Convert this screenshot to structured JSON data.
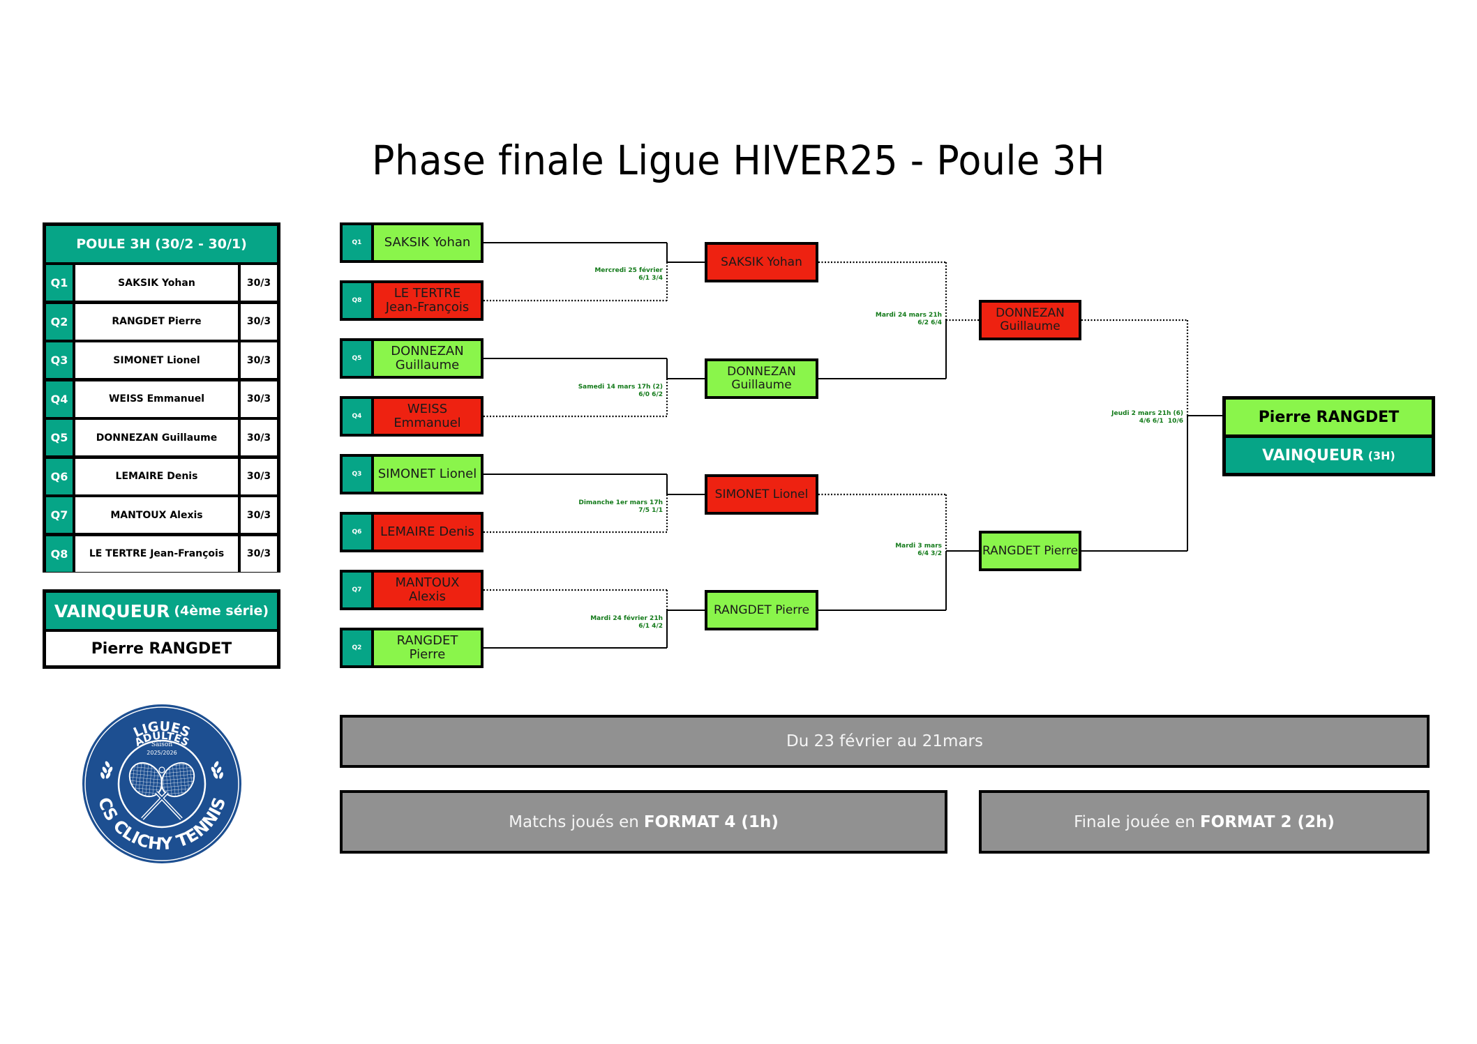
{
  "title": "Phase finale Ligue HIVER25 - Poule 3H",
  "pool": {
    "header": "POULE 3H (30/2 - 30/1)",
    "rows": [
      {
        "seed": "Q1",
        "name": "SAKSIK Yohan",
        "rank": "30/3"
      },
      {
        "seed": "Q2",
        "name": "RANGDET Pierre",
        "rank": "30/3"
      },
      {
        "seed": "Q3",
        "name": "SIMONET Lionel",
        "rank": "30/3"
      },
      {
        "seed": "Q4",
        "name": "WEISS Emmanuel",
        "rank": "30/3"
      },
      {
        "seed": "Q5",
        "name": "DONNEZAN Guillaume",
        "rank": "30/3"
      },
      {
        "seed": "Q6",
        "name": "LEMAIRE Denis",
        "rank": "30/3"
      },
      {
        "seed": "Q7",
        "name": "MANTOUX Alexis",
        "rank": "30/3"
      },
      {
        "seed": "Q8",
        "name": "LE TERTRE Jean-François",
        "rank": "30/3"
      }
    ]
  },
  "winner_box": {
    "label": "VAINQUEUR",
    "label_suffix": "(4ème série)",
    "name": "Pierre RANGDET"
  },
  "logo": {
    "line1": "LIGUES",
    "line2": "ADULTES",
    "season_label": "Saison",
    "season": "2025/2026",
    "club": "CS CLICHY TENNIS"
  },
  "colors": {
    "teal": "#06a587",
    "winner_green": "#8af54b",
    "loser_red": "#ee2211",
    "label_green": "#137a1a",
    "banner_gray": "#919191",
    "logo_blue": "#1d4f91"
  },
  "bracket": {
    "round1": [
      {
        "seed": "Q1",
        "name": "SAKSIK Yohan",
        "result": "win"
      },
      {
        "seed": "Q8",
        "name": "LE TERTRE Jean-François",
        "result": "lose"
      },
      {
        "seed": "Q5",
        "name": "DONNEZAN Guillaume",
        "result": "win"
      },
      {
        "seed": "Q4",
        "name": "WEISS Emmanuel",
        "result": "lose"
      },
      {
        "seed": "Q3",
        "name": "SIMONET Lionel",
        "result": "win"
      },
      {
        "seed": "Q6",
        "name": "LEMAIRE Denis",
        "result": "lose"
      },
      {
        "seed": "Q7",
        "name": "MANTOUX Alexis",
        "result": "lose"
      },
      {
        "seed": "Q2",
        "name": "RANGDET Pierre",
        "result": "win"
      }
    ],
    "round1_matches": [
      {
        "date": "Mercredi 25 février",
        "score": "6/1 3/4"
      },
      {
        "date": "Samedi 14 mars 17h (2)",
        "score": "6/0 6/2"
      },
      {
        "date": "Dimanche 1er mars 17h",
        "score": "7/5 1/1"
      },
      {
        "date": "Mardi 24 février 21h",
        "score": "6/1 4/2"
      }
    ],
    "round2": [
      {
        "name": "SAKSIK Yohan",
        "result": "lose"
      },
      {
        "name": "DONNEZAN Guillaume",
        "result": "win"
      },
      {
        "name": "SIMONET Lionel",
        "result": "lose"
      },
      {
        "name": "RANGDET Pierre",
        "result": "win"
      }
    ],
    "round2_matches": [
      {
        "date": "Mardi 24 mars 21h",
        "score": "6/2 6/4"
      },
      {
        "date": "Mardi 3 mars",
        "score": "6/4 3/2"
      }
    ],
    "round3": [
      {
        "name": "DONNEZAN Guillaume",
        "result": "lose"
      },
      {
        "name": "RANGDET Pierre",
        "result": "win"
      }
    ],
    "final_match": {
      "date": "Jeudi 2 mars 21h (6)",
      "score": "4/6 6/1  10/6"
    },
    "champion": {
      "name": "Pierre RANGDET",
      "label": "VAINQUEUR",
      "label_suffix": "(3H)"
    }
  },
  "banners": {
    "dates": "Du 23 février au 21mars",
    "format_matches_prefix": "Matchs joués en",
    "format_matches_bold": "FORMAT 4 (1h)",
    "format_final_prefix": "Finale jouée en",
    "format_final_bold": "FORMAT 2 (2h)"
  }
}
